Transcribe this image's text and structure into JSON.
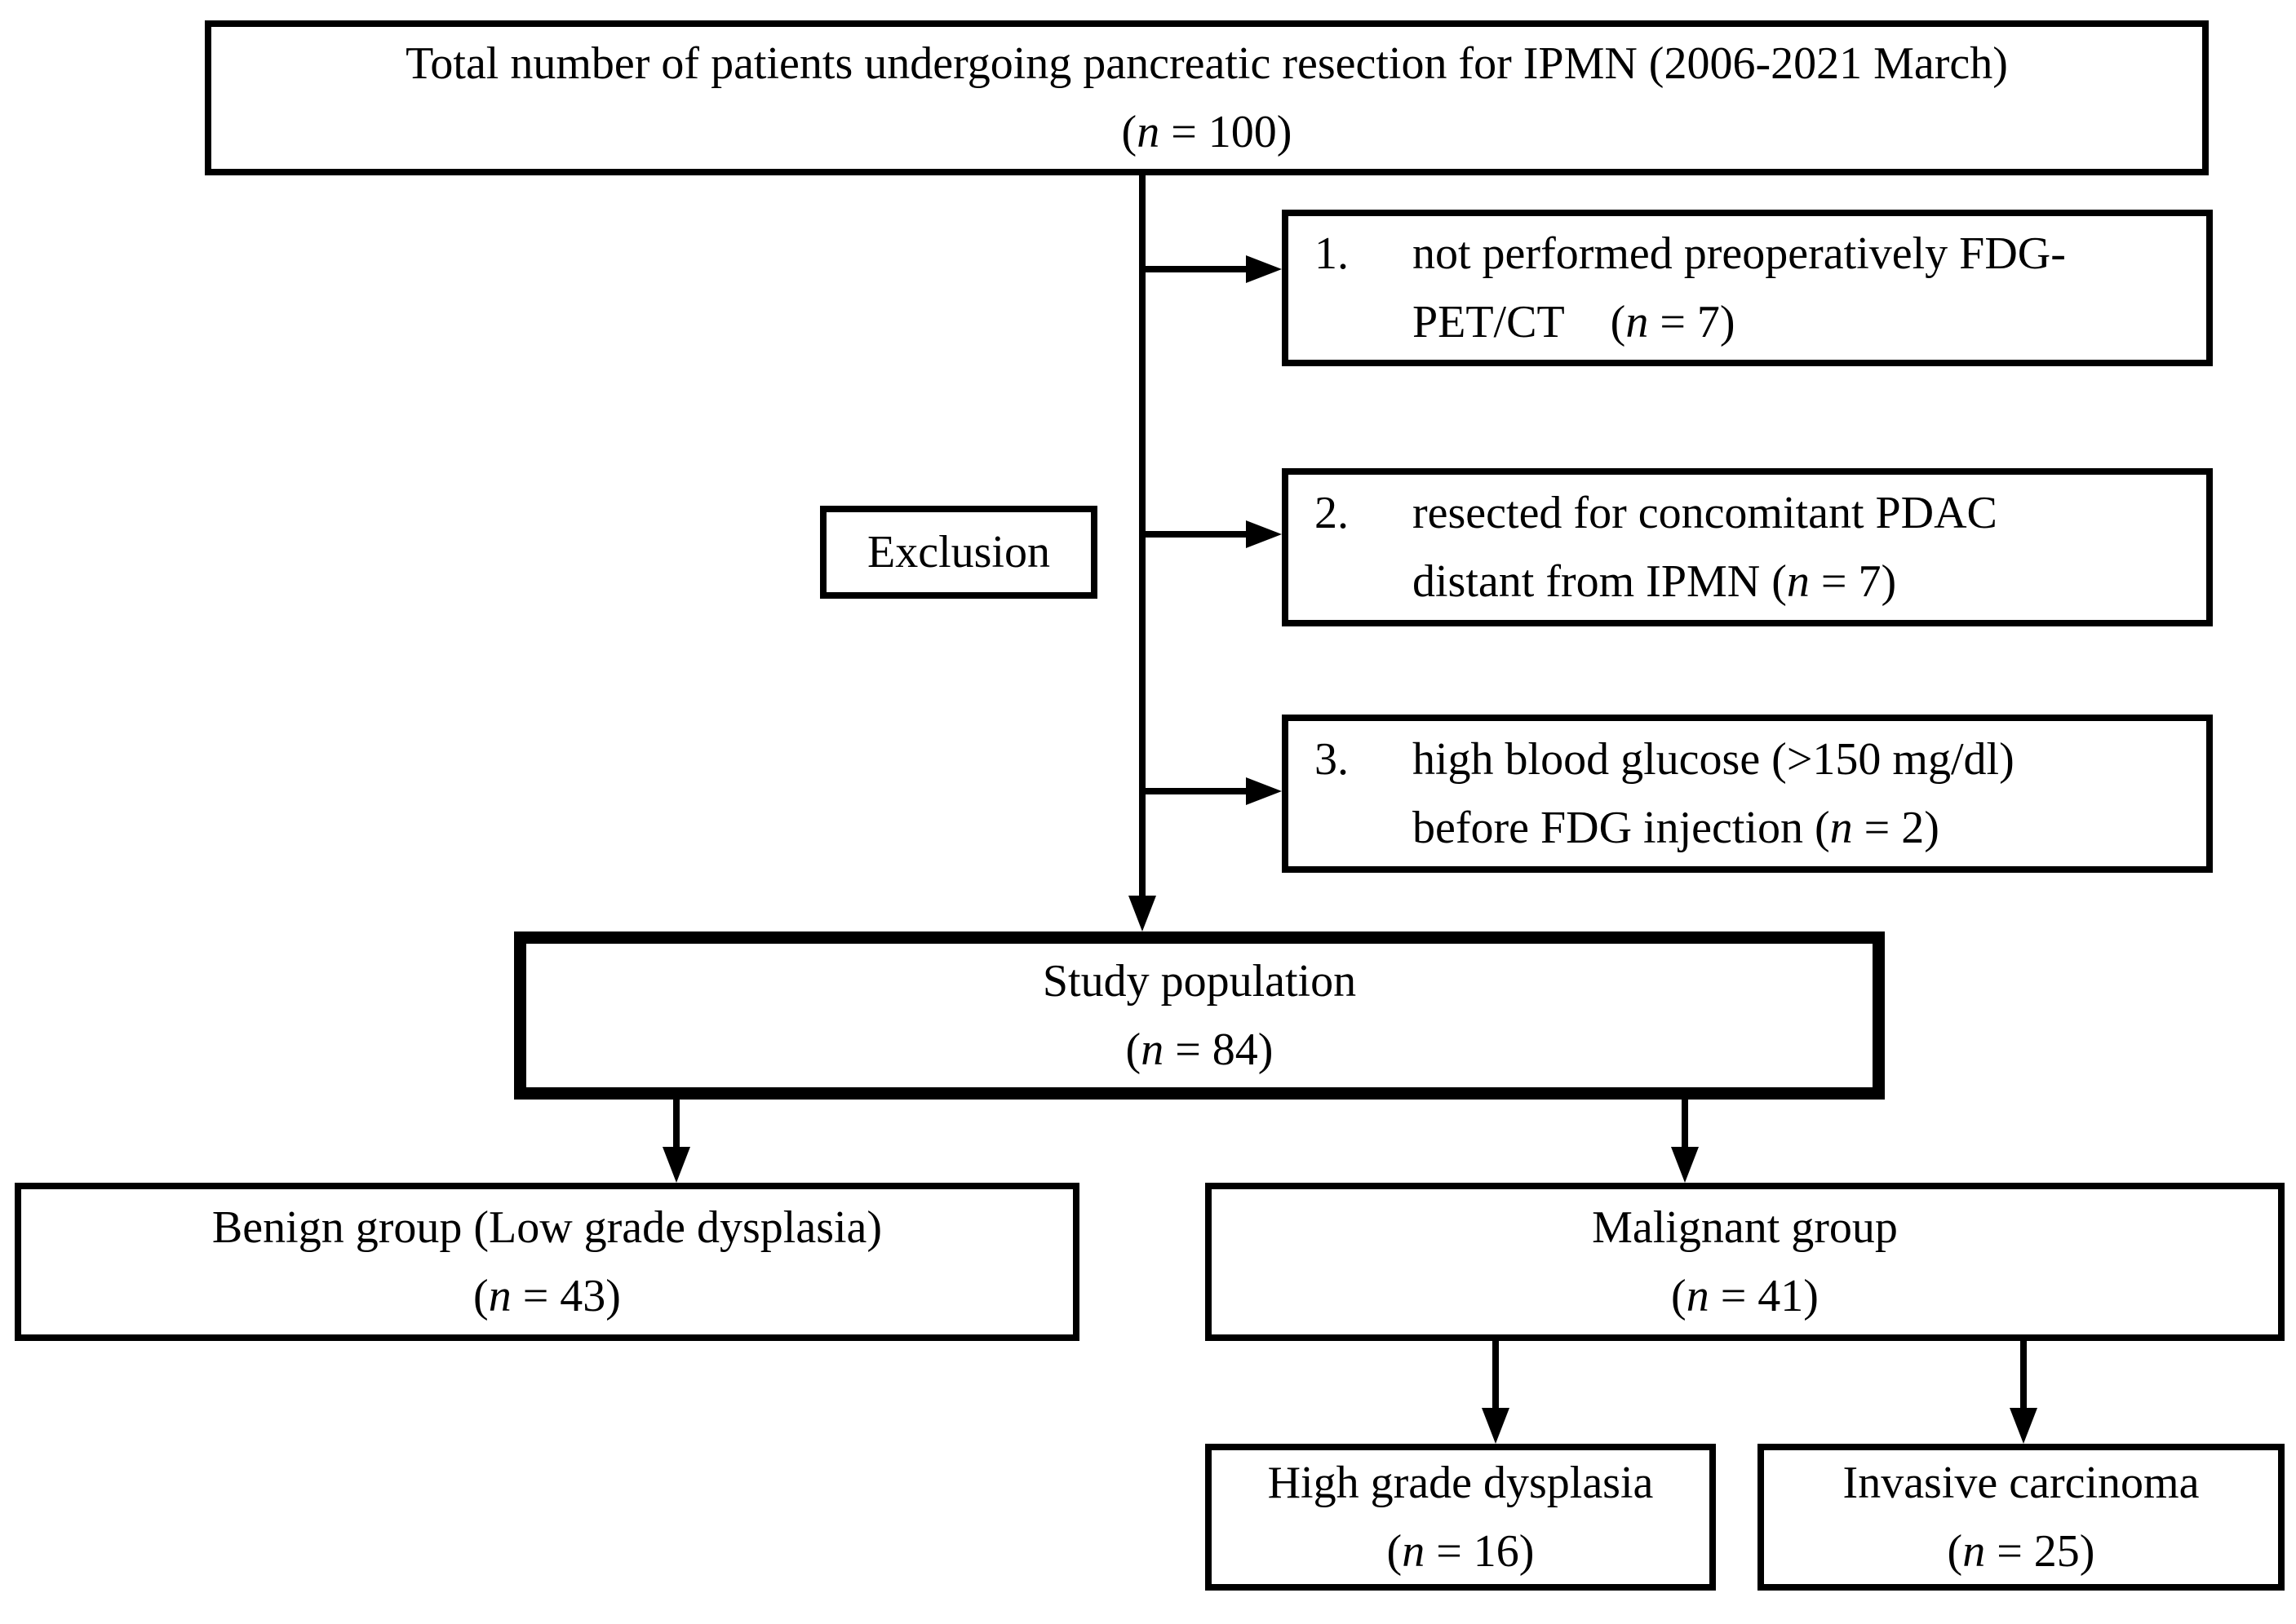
{
  "colors": {
    "line": "#000000",
    "background": "#ffffff",
    "text": "#000000"
  },
  "diagram": {
    "top_box": {
      "title": "Total number of patients undergoing pancreatic resection for IPMN (2006-2021 March)",
      "count_prefix": "(",
      "count_n": "n",
      "count_suffix": " = 100)"
    },
    "exclusion_label": "Exclusion",
    "exclusions": [
      {
        "num": "1.",
        "line1": "not performed preoperatively FDG-",
        "line2_pre": "PET/CT    (",
        "n": "n",
        "line2_post": " = 7)"
      },
      {
        "num": "2.",
        "line1": "resected for concomitant PDAC",
        "line2_pre": "distant from IPMN (",
        "n": "n",
        "line2_post": " = 7)"
      },
      {
        "num": "3.",
        "line1": "high blood glucose (>150 mg/dl)",
        "line2_pre": "before FDG injection (",
        "n": "n",
        "line2_post": " = 2)"
      }
    ],
    "study_box": {
      "title": "Study population",
      "count_prefix": "(",
      "count_n": "n",
      "count_suffix": " = 84)"
    },
    "benign_box": {
      "title": "Benign group (Low grade dysplasia)",
      "count_prefix": "(",
      "count_n": "n",
      "count_suffix": " = 43)"
    },
    "malignant_box": {
      "title": "Malignant group",
      "count_prefix": "(",
      "count_n": "n",
      "count_suffix": " = 41)"
    },
    "hgd_box": {
      "title": "High grade dysplasia",
      "count_prefix": "(",
      "count_n": "n",
      "count_suffix": " = 16)"
    },
    "invasive_box": {
      "title": "Invasive carcinoma",
      "count_prefix": "(",
      "count_n": "n",
      "count_suffix": " = 25)"
    }
  }
}
